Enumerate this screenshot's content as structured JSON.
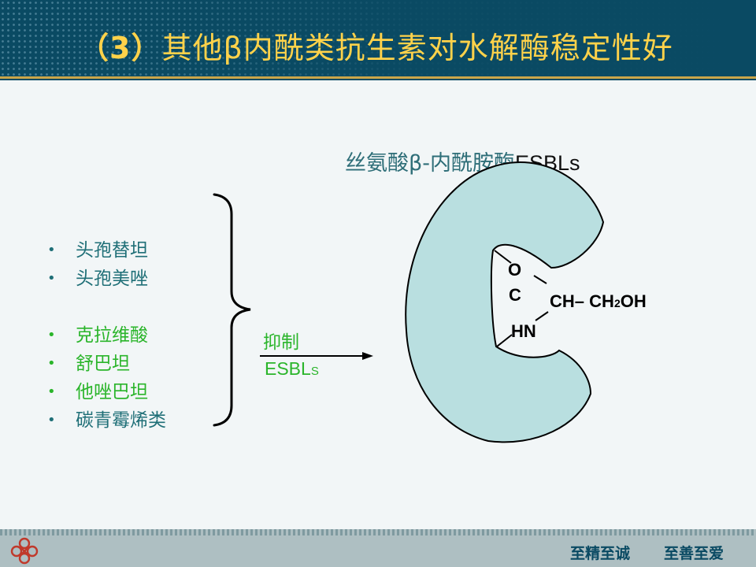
{
  "slide": {
    "title_num": "（3）",
    "title_text": "其他β内酰类抗生素对水解酶稳定性好",
    "enzyme_label_prefix": "丝氨酸β-内酰胺酶",
    "enzyme_label_abbr": "ESBLs",
    "drugs_group1": [
      "头孢替坦",
      "头孢美唑"
    ],
    "drugs_group2": [
      "克拉维酸",
      "舒巴坦",
      "他唑巴坦"
    ],
    "drugs_group3": [
      "碳青霉烯类"
    ],
    "inhibit_label": "抑制",
    "inhibit_target": "ESBL",
    "inhibit_target_sub": "S",
    "molecule": {
      "o_label": "O",
      "c_label": "C",
      "hn_label": "HN",
      "ch_label": "CH",
      "dash": "–",
      "ch2oh_prefix": "CH",
      "ch2oh_sub": "2",
      "ch2oh_suffix": "OH"
    },
    "footer": {
      "motto_1": "至精至诚",
      "motto_2": "至善至爱"
    }
  },
  "colors": {
    "header_bg": "#0a4a63",
    "title": "#ffd24a",
    "teal_text": "#1f6f77",
    "green_text": "#2bb52b",
    "enzyme_fill": "#b9dfe0",
    "footer_bg": "#aebfc2"
  }
}
